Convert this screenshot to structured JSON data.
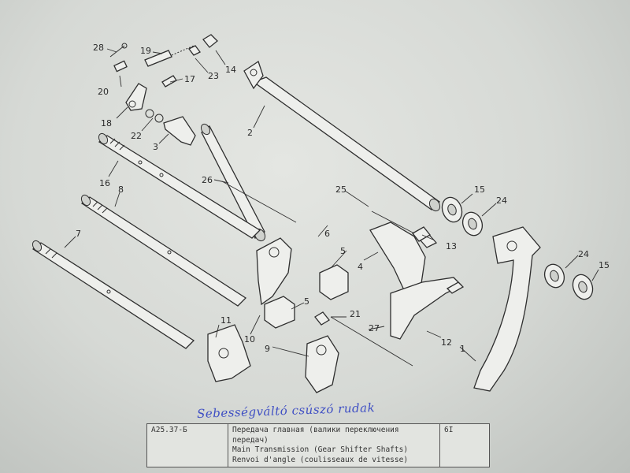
{
  "part_numbers": {
    "p28": "28",
    "p19": "19",
    "p14": "14",
    "p20": "20",
    "p17": "17",
    "p23": "23",
    "p18": "18",
    "p22": "22",
    "p3": "3",
    "p2": "2",
    "p16": "16",
    "p8": "8",
    "p26": "26",
    "p25": "25",
    "p15a": "15",
    "p24a": "24",
    "p6": "6",
    "p13": "13",
    "p7": "7",
    "p5a": "5",
    "p4": "4",
    "p5b": "5",
    "p24b": "24",
    "p15b": "15",
    "p11": "11",
    "p10": "10",
    "p21": "21",
    "p27": "27",
    "p12": "12",
    "p9": "9",
    "p1": "1"
  },
  "handwritten_note": "Sebességváltó csúszó rudak",
  "caption": {
    "code": "A25.37-Б",
    "line1": "Передача главная (валики переключения",
    "line2": "передач)",
    "line3": "Main Transmission (Gear Shifter Shafts)",
    "line4": "Renvoi d'angle (coulisseaux de vitesse)",
    "page": "6I"
  }
}
